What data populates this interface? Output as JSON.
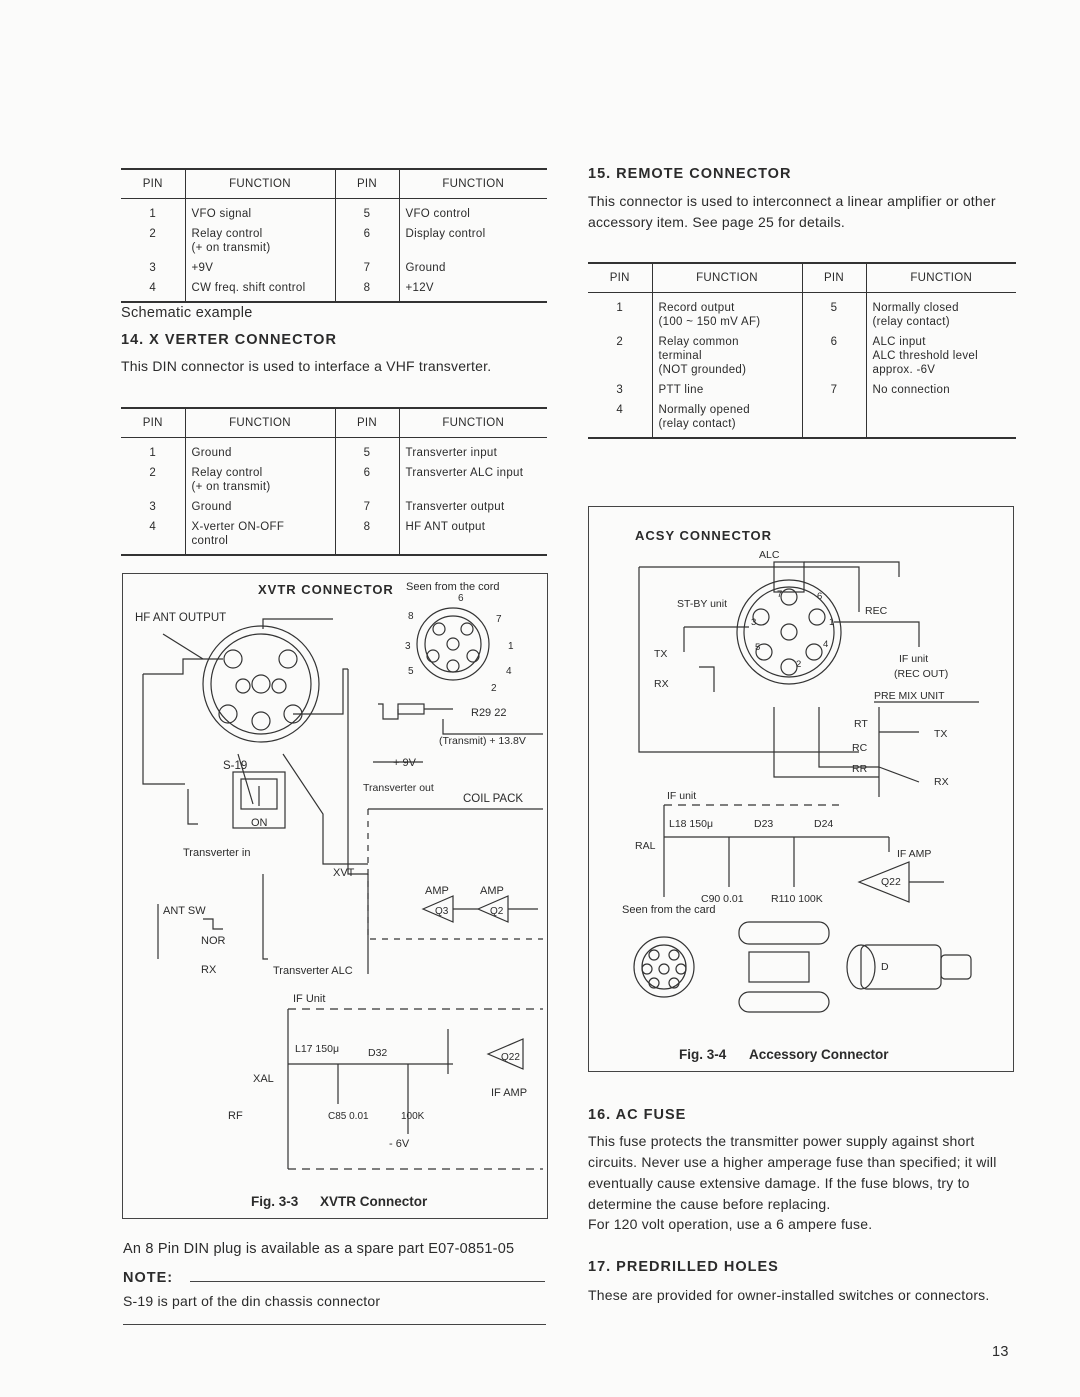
{
  "table_top_left": {
    "headers": [
      "PIN",
      "FUNCTION",
      "PIN",
      "FUNCTION"
    ],
    "rows": [
      [
        "1",
        "VFO signal",
        "5",
        "VFO control"
      ],
      [
        "2",
        "Relay control\n(+ on transmit)",
        "6",
        "Display control"
      ],
      [
        "3",
        "+9V",
        "7",
        "Ground"
      ],
      [
        "4",
        "CW freq. shift control",
        "8",
        "+12V"
      ]
    ]
  },
  "schematic_example": "Schematic example",
  "section14": {
    "title": "14. X VERTER CONNECTOR",
    "text": "This DIN connector is used to interface a VHF transverter."
  },
  "table_xverter": {
    "headers": [
      "PIN",
      "FUNCTION",
      "PIN",
      "FUNCTION"
    ],
    "rows": [
      [
        "1",
        "Ground",
        "5",
        "Transverter input"
      ],
      [
        "2",
        "Relay control\n(+ on transmit)",
        "6",
        "Transverter ALC input"
      ],
      [
        "3",
        "Ground",
        "7",
        "Transverter output"
      ],
      [
        "4",
        "X-verter ON-OFF\ncontrol",
        "8",
        "HF ANT output"
      ]
    ]
  },
  "fig33": {
    "title": "XVTR CONNECTOR",
    "seen_from": "Seen from the cord",
    "labels": {
      "hf_ant_output": "HF ANT OUTPUT",
      "s19": "S-19",
      "on": "ON",
      "transverter_in": "Transverter in",
      "ant_sw": "ANT SW",
      "nor": "NOR",
      "rx": "RX",
      "r29": "R29 22",
      "transmit": "(Transmit) + 13.8V",
      "plus9v": "+ 9V",
      "transverter_out": "Transverter out",
      "coil_pack": "COIL PACK",
      "xvt": "XVT",
      "amp1": "AMP",
      "amp2": "AMP",
      "q3": "Q3",
      "q2": "Q2",
      "transverter_alc": "Transverter ALC",
      "if_unit": "IF Unit",
      "l17": "L17 150μ",
      "d32": "D32",
      "xal": "XAL",
      "rf": "RF",
      "c85": "C85 0.01",
      "r100k": "100K",
      "minus6v": "- 6V",
      "q22": "Q22",
      "if_amp": "IF AMP"
    },
    "pins": [
      "1",
      "2",
      "3",
      "4",
      "5",
      "6",
      "7",
      "8"
    ],
    "caption_num": "Fig. 3-3",
    "caption_text": "XVTR Connector"
  },
  "spare_part": "An 8 Pin DIN plug is available as a spare part E07-0851-05",
  "note": {
    "label": "NOTE:",
    "text": "S-19 is part of the din chassis connector"
  },
  "section15": {
    "title": "15. REMOTE CONNECTOR",
    "text": "This connector is used to interconnect a linear amplifier or other accessory item. See page 25 for details."
  },
  "table_remote": {
    "headers": [
      "PIN",
      "FUNCTION",
      "PIN",
      "FUNCTION"
    ],
    "rows": [
      [
        "1",
        "Record output\n(100 ~ 150 mV AF)",
        "5",
        "Normally closed\n(relay contact)"
      ],
      [
        "2",
        "Relay common\nterminal\n(NOT grounded)",
        "6",
        "ALC input\nALC threshold level\napprox. -6V"
      ],
      [
        "3",
        "PTT line",
        "7",
        "No connection"
      ],
      [
        "4",
        "Normally opened\n(relay contact)",
        "",
        ""
      ]
    ]
  },
  "fig34": {
    "title": "ACSY CONNECTOR",
    "labels": {
      "alc": "ALC",
      "st_by": "ST-BY unit",
      "rec": "REC",
      "tx": "TX",
      "rx": "RX",
      "if_unit": "IF unit",
      "rec_out": "(REC OUT)",
      "pre_mix": "PRE MIX UNIT",
      "rt": "RT",
      "rc": "RC",
      "rr": "RR",
      "tx2": "TX",
      "rx2": "RX",
      "if_unit2": "IF unit",
      "l18": "L18 150μ",
      "d23": "D23",
      "d24": "D24",
      "ral": "RAL",
      "c90": "C90 0.01",
      "r110": "R110 100K",
      "if_amp": "IF AMP",
      "q22": "Q22",
      "seen_from": "Seen from the card",
      "d": "D"
    },
    "pins": [
      "1",
      "2",
      "3",
      "4",
      "5",
      "6",
      "7"
    ],
    "caption_num": "Fig. 3-4",
    "caption_text": "Accessory Connector"
  },
  "section16": {
    "title": "16. AC FUSE",
    "text": "This fuse protects the transmitter power supply against short circuits. Never use a higher amperage fuse than specified; it will eventually cause extensive damage. If the fuse blows, try to determine the cause before replacing.",
    "text2": "For 120 volt operation, use a 6 ampere fuse."
  },
  "section17": {
    "title": "17. PREDRILLED HOLES",
    "text": "These are provided for owner-installed switches or connectors."
  },
  "page_number": "13"
}
